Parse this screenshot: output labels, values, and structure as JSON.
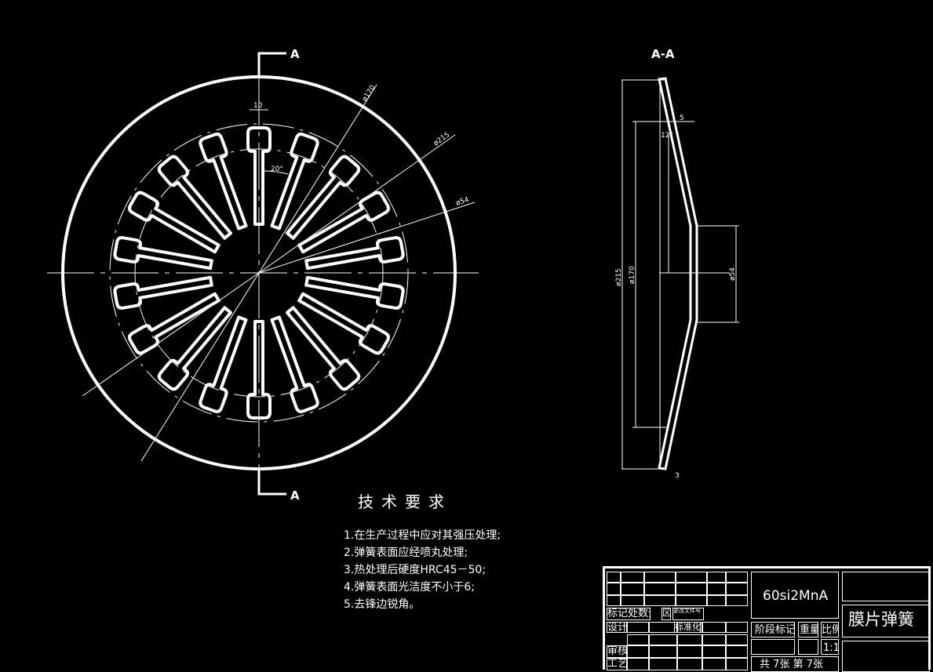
{
  "section_mark": "A",
  "section_title": "A-A",
  "main_view_dims": {
    "slot_width": "10",
    "angle": "20°",
    "d170": "ø170",
    "d215": "ø215",
    "d54": "ø54"
  },
  "section_dims": {
    "d215": "ø215",
    "d170": "ø170",
    "d54": "ø54",
    "t5": "5",
    "a12": "12°",
    "t3": "3"
  },
  "finger_count": 18,
  "tech_title": "技术要求",
  "notes": [
    "1.在生产过程中应对其强压处理;",
    "2.弹簧表面应经喷丸处理;",
    "3.热处理后硬度HRC45－50;",
    "4.弹簧表面光洁度不小于6;",
    "5.去锋边锐角。"
  ],
  "title_block": {
    "material": "60si2MnA",
    "part_name": "膜片弹簧",
    "mark_row": "标记处数分",
    "mark_x": "区",
    "change_doc": "更改文件号",
    "design": "设计",
    "standard": "标准化",
    "review": "审核",
    "process": "工艺",
    "stage_mark": "阶段标记",
    "weight": "重量",
    "scale_label": "比例",
    "scale": "1:1",
    "sheets": "共 7张  第 7张"
  }
}
